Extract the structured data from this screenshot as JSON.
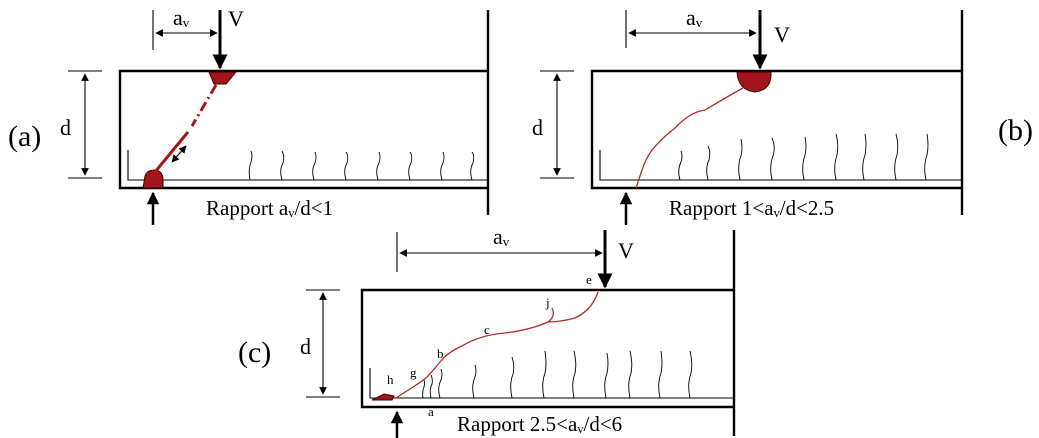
{
  "panels": [
    {
      "id": "a",
      "tag": "(a)",
      "caption": "Rapport aᵥ/d<1",
      "av": "aᵥ",
      "load": "V",
      "depth": "d"
    },
    {
      "id": "b",
      "tag": "(b)",
      "caption": "Rapport 1<aᵥ/d<2.5",
      "av": "aᵥ",
      "load": "V",
      "depth": "d"
    },
    {
      "id": "c",
      "tag": "(c)",
      "caption": "Rapport 2.5<aᵥ/d<6",
      "av": "aᵥ",
      "load": "V",
      "depth": "d",
      "points": {
        "a": "a",
        "b": "b",
        "c": "c",
        "e": "e",
        "g": "g",
        "h": "h",
        "j": "j"
      }
    }
  ],
  "colors": {
    "beam": "#000000",
    "crack": "#b22a2a",
    "crushing_zone": "#a3151c"
  }
}
